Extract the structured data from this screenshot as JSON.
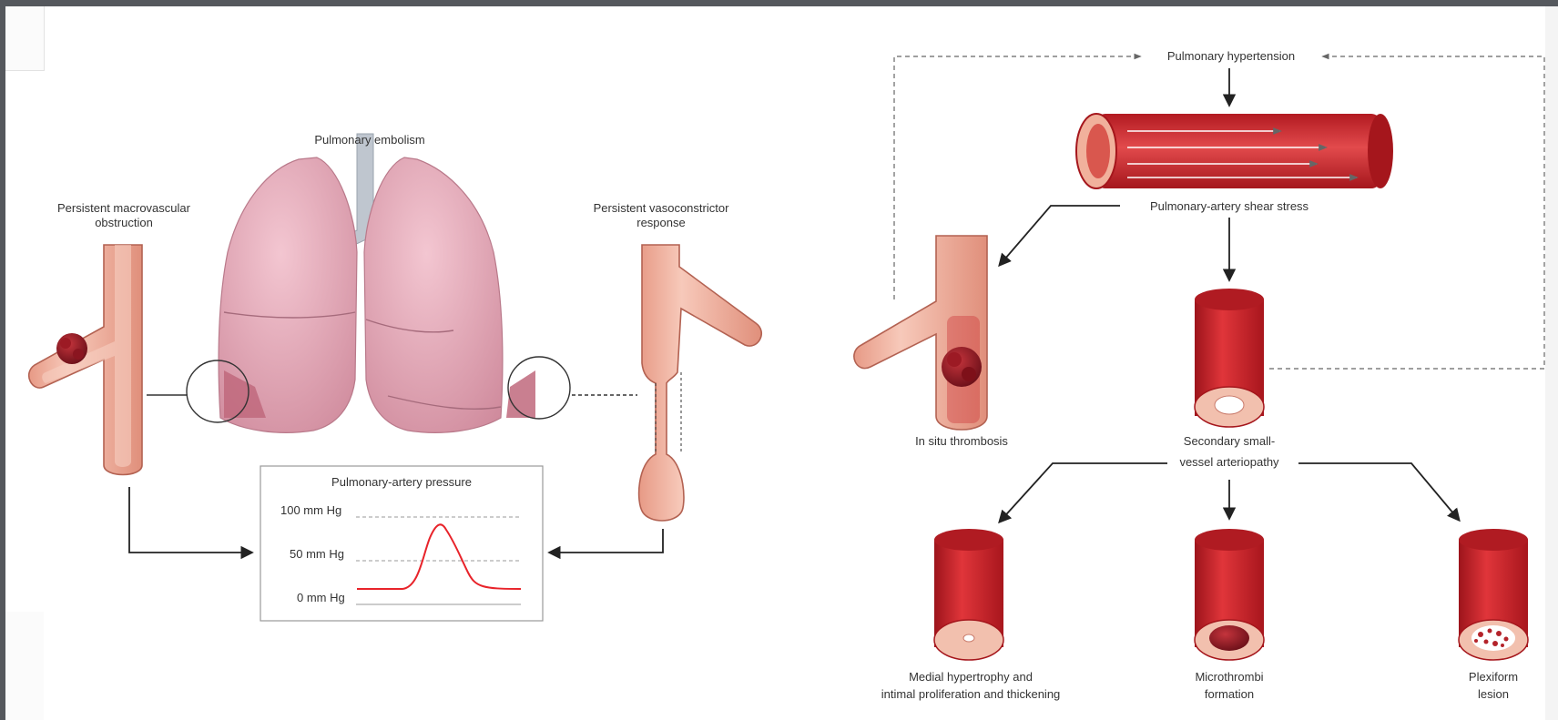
{
  "left_panel": {
    "title": "Pulmonary embolism",
    "left_label": [
      "Persistent macrovascular",
      "obstruction"
    ],
    "right_label": [
      "Persistent vasoconstrictor",
      "response"
    ],
    "pressure_chart": {
      "title": "Pulmonary-artery pressure",
      "ticks": [
        "100 mm Hg",
        "50 mm Hg",
        "0 mm Hg"
      ]
    }
  },
  "right_panel": {
    "top_label": "Pulmonary hypertension",
    "shear_label": "Pulmonary-artery shear stress",
    "in_situ_label": "In situ thrombosis",
    "secondary_label": [
      "Secondary small-",
      "vessel arteriopathy"
    ],
    "outcomes": {
      "medial": [
        "Medial hypertrophy and",
        "intimal proliferation and thickening"
      ],
      "micro": [
        "Microthrombi",
        "formation"
      ],
      "plexiform": [
        "Plexiform",
        "lesion"
      ]
    }
  },
  "colors": {
    "vessel_light": "#f2b7a6",
    "vessel_red": "#c8252b",
    "clot": "#8c1b24",
    "lung": "#e5a9b8",
    "trachea": "#bcc3cc",
    "pressure_line": "#e8232a",
    "arrow": "#222222"
  }
}
